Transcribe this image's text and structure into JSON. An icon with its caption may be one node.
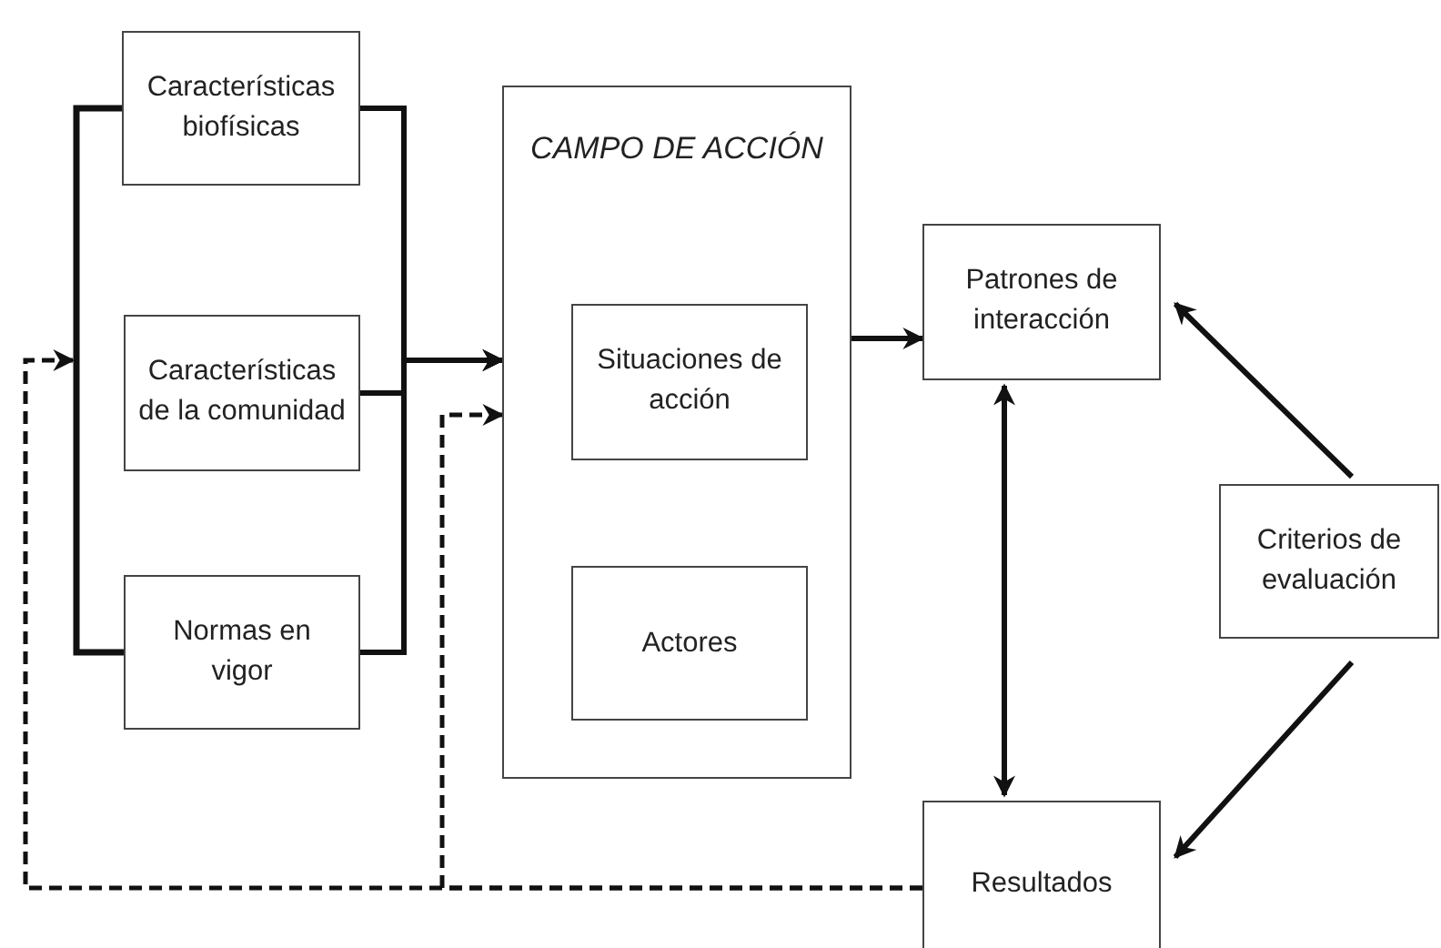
{
  "diagram": {
    "nodes": [
      {
        "text": [
          "Características biofísicas"
        ]
      },
      {
        "text": [
          "Características de la comunidad"
        ]
      },
      {
        "text": [
          "Normas en vigor"
        ]
      },
      {
        "text": [
          "CAMPO DE ACCIÓN"
        ]
      },
      {
        "text": [
          "Situaciones de acción"
        ],
        "in": 3
      },
      {
        "text": [
          "Actores"
        ],
        "in": 3
      },
      {
        "text": [
          "Patrones de interacción"
        ]
      },
      {
        "text": [
          "Criterios de evaluación"
        ]
      },
      {
        "text": [
          "Resultados"
        ]
      }
    ],
    "edges": [
      {
        "from": 0,
        "to": 3,
        "arrow": "to"
      },
      {
        "from": 1,
        "to": 3,
        "arrow": "to"
      },
      {
        "from": 2,
        "to": 3,
        "arrow": "to"
      },
      {
        "from": 3,
        "to": 6,
        "arrow": "to"
      },
      {
        "from": 6,
        "to": 8,
        "arrow": "both"
      },
      {
        "from": 7,
        "to": 6,
        "arrow": "to"
      },
      {
        "from": 7,
        "to": 8,
        "arrow": "to"
      },
      {
        "from": 8,
        "to": 1,
        "arrow": "to",
        "style": "dashed"
      },
      {
        "from": 8,
        "to": 3,
        "arrow": "to",
        "style": "dashed"
      }
    ]
  }
}
